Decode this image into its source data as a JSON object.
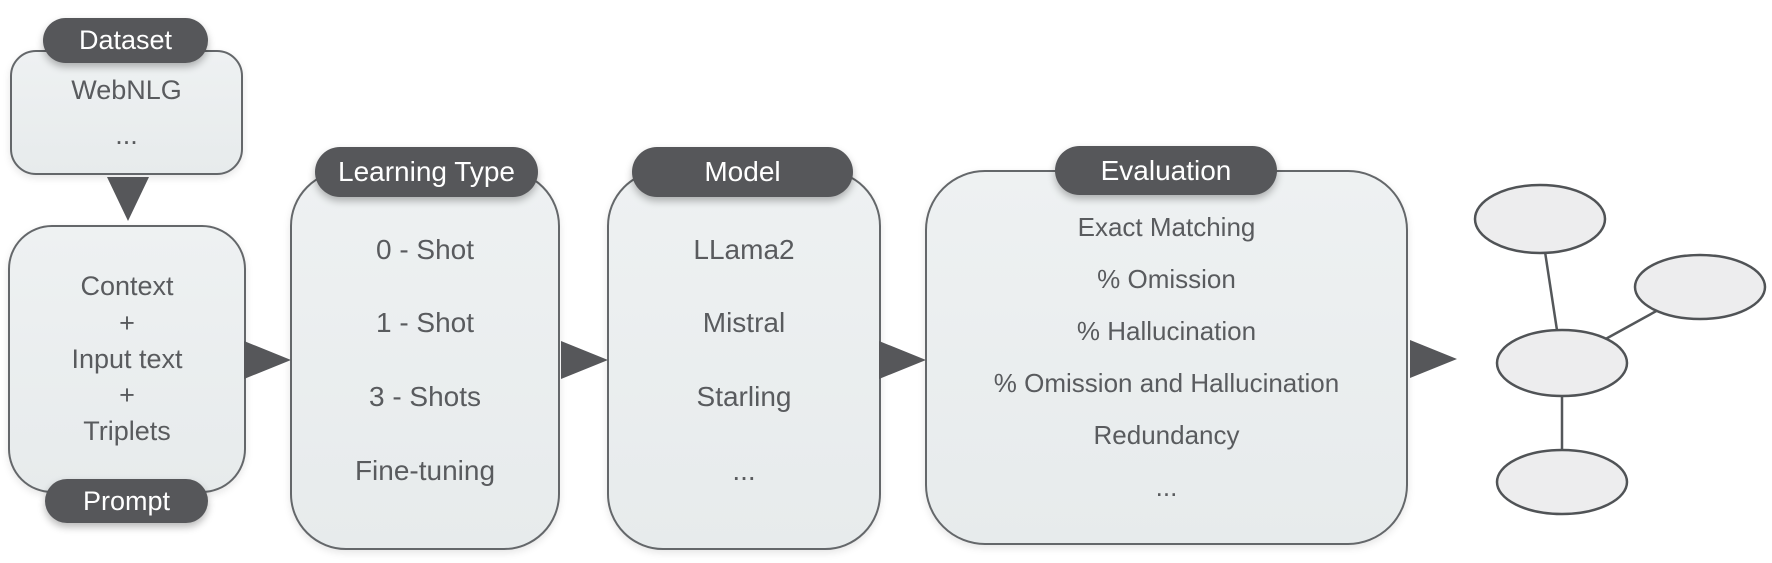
{
  "figure": {
    "stages": [
      {
        "badge": "Dataset",
        "badge_position": "top",
        "items": [
          "WebNLG",
          "..."
        ]
      },
      {
        "badge": "Prompt",
        "badge_position": "bottom",
        "items": [
          "Context",
          "+",
          "Input text",
          "+",
          "Triplets"
        ]
      },
      {
        "badge": "Learning Type",
        "badge_position": "top",
        "items": [
          "0 - Shot",
          "1 - Shot",
          "3 - Shots",
          "Fine-tuning"
        ]
      },
      {
        "badge": "Model",
        "badge_position": "top",
        "items": [
          "LLama2",
          "Mistral",
          "Starling",
          "..."
        ]
      },
      {
        "badge": "Evaluation",
        "badge_position": "top",
        "items": [
          "Exact Matching",
          "% Omission",
          "% Hallucination",
          "% Omission and Hallucination",
          "Redundancy",
          "..."
        ]
      }
    ],
    "arrows": [
      {
        "from": "Dataset",
        "to": "Prompt",
        "direction": "down"
      },
      {
        "from": "Prompt",
        "to": "Learning Type",
        "direction": "right"
      },
      {
        "from": "Learning Type",
        "to": "Model",
        "direction": "right"
      },
      {
        "from": "Model",
        "to": "Evaluation",
        "direction": "right"
      },
      {
        "from": "Evaluation",
        "to": "output-graph",
        "direction": "right"
      }
    ],
    "output_graph": {
      "node_count": 4,
      "edges": [
        "top-center",
        "right-center",
        "center-bottom"
      ]
    },
    "colors": {
      "badge_fill": "#56575a",
      "badge_text": "#ffffff",
      "box_fill": "#e9edee",
      "box_border": "#64676a",
      "item_text": "#595b5e",
      "arrow": "#56575a",
      "node_fill": "#ededee",
      "node_border": "#505356",
      "background": "#ffffff"
    }
  }
}
